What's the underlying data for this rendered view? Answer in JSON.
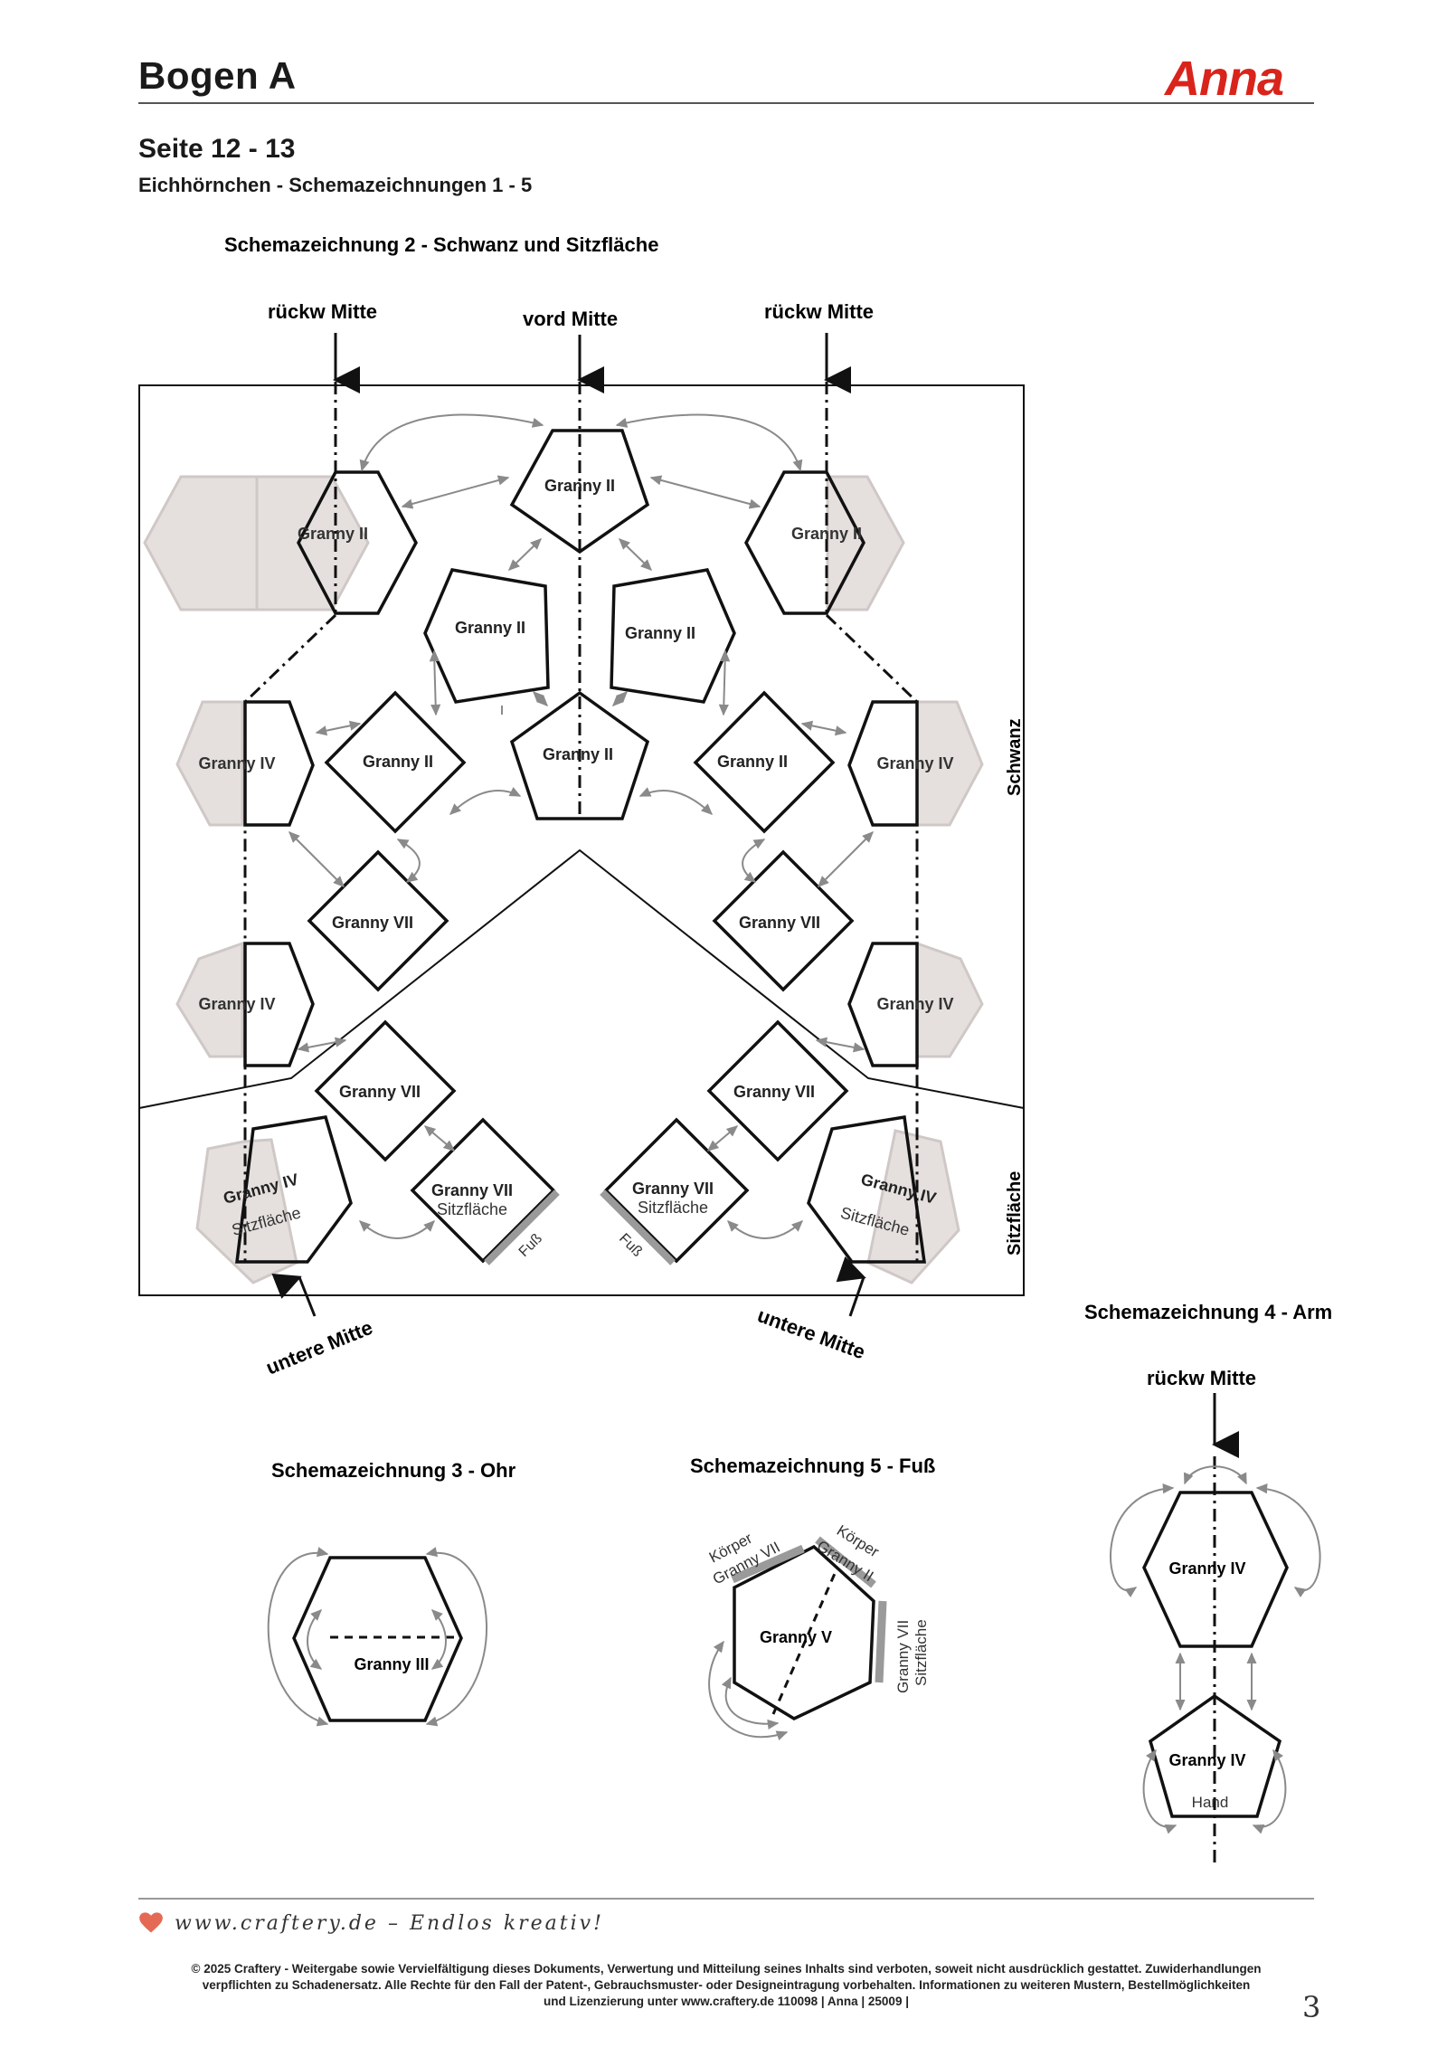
{
  "header": {
    "title": "Bogen A",
    "brand": "Anna",
    "page_ref": "Seite 12 - 13",
    "subtitle": "Eichhörnchen - Schemazeichnungen 1 - 5"
  },
  "colors": {
    "brand_red": "#d9241b",
    "shape_grey": "#e5e0de",
    "arrow_grey": "#8a8a8a"
  },
  "diagram2": {
    "title": "Schemazeichnung 2 - Schwanz und Sitzfläche",
    "top_labels": [
      "rückw Mitte",
      "vord Mitte",
      "rückw Mitte"
    ],
    "bottom_labels": [
      "untere Mitte",
      "untere Mitte"
    ],
    "side_labels": [
      "Schwanz",
      "Sitzfläche"
    ],
    "shapes": [
      "Granny II",
      "Granny II",
      "Granny II",
      "Granny II",
      "Granny II",
      "Granny II",
      "Granny II",
      "Granny II",
      "Granny IV",
      "Granny IV",
      "Granny IV",
      "Granny IV",
      "Granny VII",
      "Granny VII",
      "Granny VII",
      "Granny VII",
      "Granny IV",
      "Granny VII",
      "Granny VII",
      "Granny IV"
    ],
    "sub_labels": [
      "Sitzfläche",
      "Sitzfläche",
      "Sitzfläche",
      "Sitzfläche"
    ],
    "foot_labels": [
      "Fuß",
      "Fuß"
    ]
  },
  "diagram3": {
    "title": "Schemazeichnung 3 - Ohr",
    "shape": "Granny III"
  },
  "diagram4": {
    "title": "Schemazeichnung 4 - Arm",
    "top_label": "rückw Mitte",
    "shapes": [
      "Granny IV",
      "Granny IV"
    ],
    "sub_label": "Hand"
  },
  "diagram5": {
    "title": "Schemazeichnung 5 - Fuß",
    "shape": "Granny V",
    "edge_labels": [
      "Körper",
      "Granny VII",
      "Körper",
      "Granny II",
      "Granny VII",
      "Sitzfläche"
    ]
  },
  "footer": {
    "url": "www.craftery.de – Endlos kreativ!",
    "copyright_lines": [
      "© 2025 Craftery - Weitergabe sowie Vervielfältigung dieses Dokuments, Verwertung und Mitteilung seines Inhalts sind verboten, soweit nicht ausdrücklich gestattet. Zuwiderhandlungen",
      "verpflichten zu Schadenersatz. Alle Rechte für den Fall der Patent-, Gebrauchsmuster- oder Designeintragung vorbehalten. Informationen zu weiteren Mustern, Bestellmöglichkeiten",
      "und Lizenzierung unter www.craftery.de  110098 | Anna | 25009 |"
    ],
    "page_number": "3"
  }
}
